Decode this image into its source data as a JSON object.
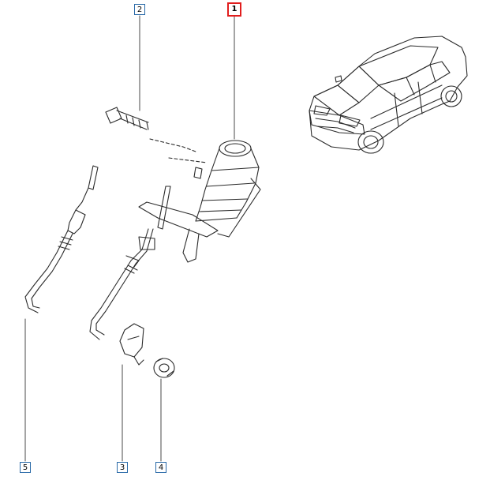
{
  "callouts": [
    {
      "id": "1",
      "label": "1",
      "highlighted": true
    },
    {
      "id": "2",
      "label": "2",
      "highlighted": false
    },
    {
      "id": "3",
      "label": "3",
      "highlighted": false
    },
    {
      "id": "4",
      "label": "4",
      "highlighted": false
    },
    {
      "id": "5",
      "label": "5",
      "highlighted": false
    }
  ],
  "colors": {
    "line": "#2b2b2b",
    "leader": "#4a4a4a",
    "callout_border": "#2a6aa8",
    "highlight_border": "#e11d1d",
    "background": "#ffffff"
  },
  "icons": {
    "parts": [
      "clutch-slave-cylinder-icon",
      "bolt-icon",
      "clip-icon",
      "retainer-icon",
      "hydraulic-pipe-icon",
      "hydraulic-hose-icon"
    ],
    "vehicle": "sedan-car-icon"
  }
}
